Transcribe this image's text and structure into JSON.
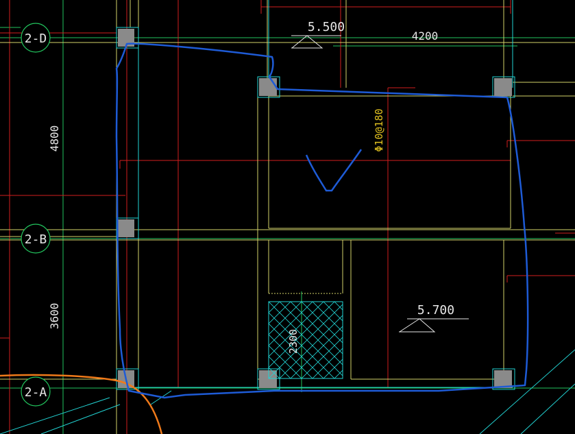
{
  "drawing": {
    "colors": {
      "background": "#000000",
      "axis_green": "#22c55e",
      "grid_yellow": "#d4d46a",
      "beam_red": "#d21e1e",
      "cyan": "#22d3d3",
      "column_gray": "#8a8a8a",
      "markup_blue": "#1e5bd6",
      "orange": "#f07a1a",
      "rebar_yellow": "#e0c020",
      "white_text": "#e8e8e8"
    },
    "grid_axes": [
      {
        "label": "2-D"
      },
      {
        "label": "2-B"
      },
      {
        "label": "2-A"
      }
    ],
    "dimensions": {
      "top_right": "4200",
      "left_upper": "4800",
      "left_lower": "3600",
      "pit": "2300"
    },
    "elevations": {
      "upper": "5.500",
      "lower": "5.700"
    },
    "rebar_note": "Φ10@180"
  }
}
